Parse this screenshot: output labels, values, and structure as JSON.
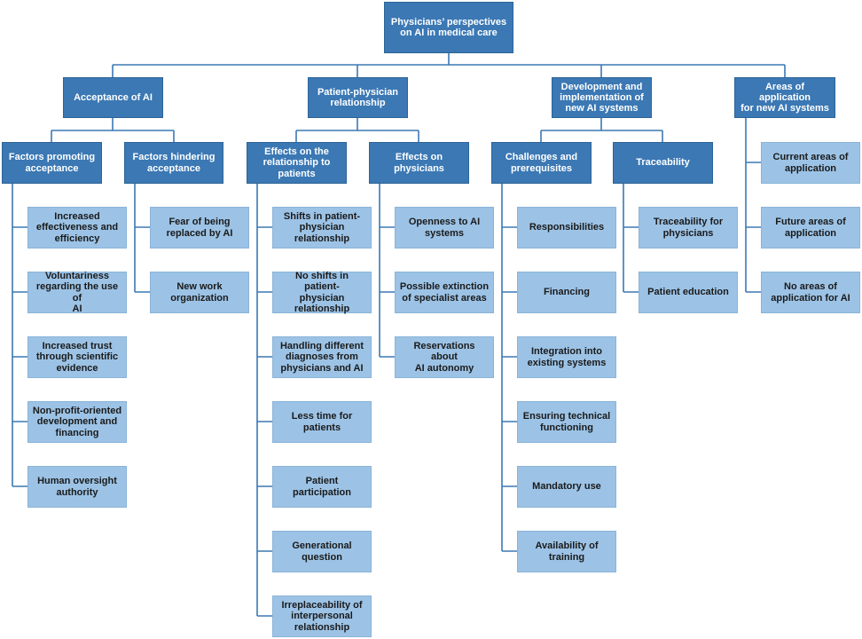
{
  "colors": {
    "dark_box": "#3b78b4",
    "light_box": "#9cc3e6",
    "connector": "#3b78b4"
  },
  "root": {
    "label": "Physicians’ perspectives\non AI in medical care"
  },
  "categories": [
    {
      "label": "Acceptance of AI",
      "subcategories": [
        {
          "label": "Factors promoting\nacceptance",
          "items": [
            "Increased\neffectiveness and\nefficiency",
            "Voluntariness\nregarding the use of\nAI",
            "Increased trust\nthrough scientific\nevidence",
            "Non-profit-oriented\ndevelopment and\nfinancing",
            "Human oversight\nauthority"
          ]
        },
        {
          "label": "Factors hindering\nacceptance",
          "items": [
            "Fear of being\nreplaced by AI",
            "New work\norganization"
          ]
        }
      ]
    },
    {
      "label": "Patient-physician\nrelationship",
      "subcategories": [
        {
          "label": "Effects on the\nrelationship to\npatients",
          "items": [
            "Shifts in patient-\nphysician\nrelationship",
            "No shifts in patient-\nphysician\nrelationship",
            "Handling different\ndiagnoses from\nphysicians and AI",
            "Less time for\npatients",
            "Patient participation",
            "Generational\nquestion",
            "Irreplaceability of\ninterpersonal\nrelationship"
          ]
        },
        {
          "label": "Effects on\nphysicians",
          "items": [
            "Openness to AI\nsystems",
            "Possible extinction\nof specialist areas",
            "Reservations about\nAI autonomy"
          ]
        }
      ]
    },
    {
      "label": "Development and\nimplementation of\nnew AI systems",
      "subcategories": [
        {
          "label": "Challenges and\nprerequisites",
          "items": [
            "Responsibilities",
            "Financing",
            "Integration into\nexisting systems",
            "Ensuring technical\nfunctioning",
            "Mandatory use",
            "Availability of\ntraining"
          ]
        },
        {
          "label": "Traceability",
          "items": [
            "Traceability for\nphysicians",
            "Patient education"
          ]
        }
      ]
    },
    {
      "label": "Areas of application\nfor  new AI systems",
      "items": [
        "Current areas of\napplication",
        "Future areas of\napplication",
        "No areas of\napplication for AI"
      ]
    }
  ]
}
